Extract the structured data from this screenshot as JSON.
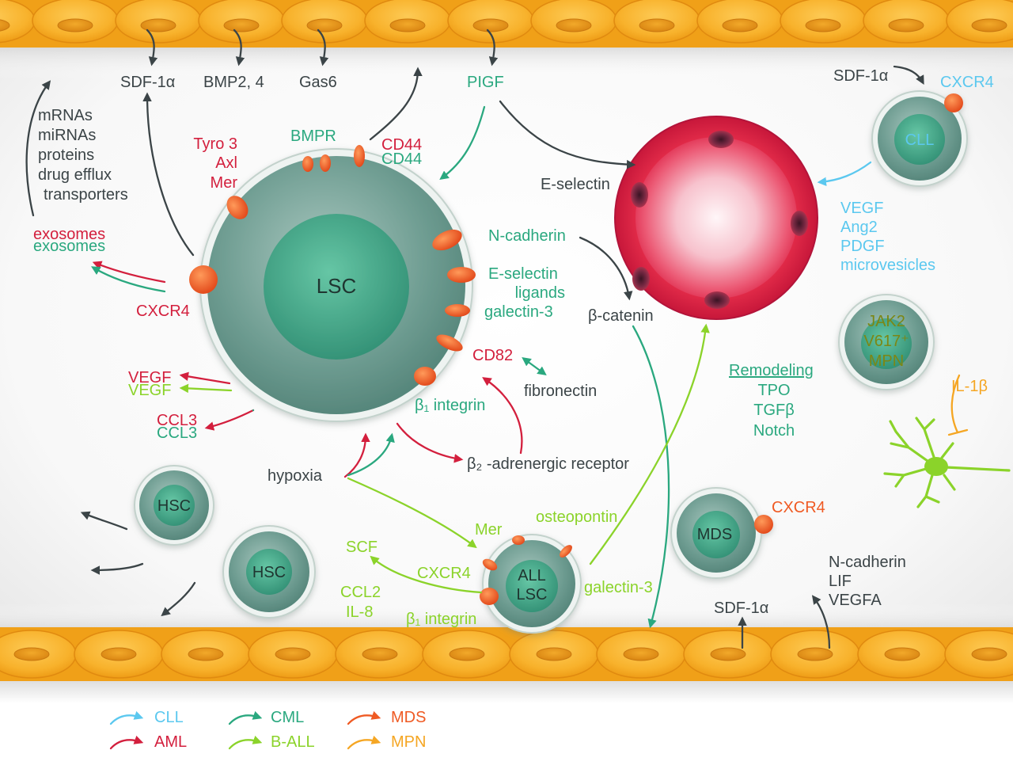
{
  "colors": {
    "CLL": "#5bc8ef",
    "AML": "#d31f3d",
    "CML": "#2aa87f",
    "B-ALL": "#8bd32a",
    "MDS": "#ef5a23",
    "MPN": "#f5a623",
    "neutral": "#3b4447"
  },
  "endothelium_top": {
    "sdf1a": "SDF-1α",
    "bmp": "BMP2, 4",
    "gas6": "Gas6",
    "pigf": "PIGF"
  },
  "exosome_cargo": [
    "mRNAs",
    "miRNAs",
    "proteins",
    "drug efflux",
    "transporters"
  ],
  "lsc": {
    "label": "LSC",
    "tam_receptors": [
      "Tyro 3",
      "Axl",
      "Mer"
    ],
    "bmpr": "BMPR",
    "cd44_aml": "CD44",
    "cd44_cml": "CD44",
    "exosomes_aml": "exosomes",
    "exosomes_cml": "exosomes",
    "cxcr4": "CXCR4",
    "n_cadherin": "N-cadherin",
    "e_selectin_ligands": [
      "E-selectin",
      "ligands"
    ],
    "galectin3": "galectin-3",
    "cd82": "CD82",
    "fibronectin": "fibronectin",
    "beta1_integrin": "β₁ integrin",
    "vegf_aml": "VEGF",
    "vegf_ball": "VEGF",
    "ccl3_aml": "CCL3",
    "ccl3_cml": "CCL3",
    "hypoxia": "hypoxia",
    "beta2_receptor": "β₂ -adrenergic receptor"
  },
  "vessel": {
    "e_selectin": "E-selectin",
    "beta_catenin": "β-catenin"
  },
  "remodeling": {
    "title": "Remodeling",
    "factors": [
      "TPO",
      "TGFβ",
      "Notch"
    ]
  },
  "cll": {
    "sdf1a": "SDF-1α",
    "cxcr4": "CXCR4",
    "label": "CLL",
    "secreted": [
      "VEGF",
      "Ang2",
      "PDGF",
      "microvesicles"
    ]
  },
  "mpn": {
    "label_lines": [
      "JAK2",
      "V617⁺",
      "MPN"
    ],
    "il1b": "IL-1β"
  },
  "hsc": {
    "cell1": "HSC",
    "cell2": "HSC"
  },
  "b_all": {
    "label_lines": [
      "ALL",
      "LSC"
    ],
    "mer": "Mer",
    "osteopontin": "osteopontin",
    "scf": "SCF",
    "cxcr4": "CXCR4",
    "ccl2": "CCL2",
    "il8": "IL-8",
    "beta1_integrin": "β₁ integrin",
    "galectin3": "galectin-3"
  },
  "mds": {
    "label": "MDS",
    "cxcr4": "CXCR4"
  },
  "endothelium_bottom": {
    "sdf1a": "SDF-1α",
    "factors": [
      "N-cadherin",
      "LIF",
      "VEGFA"
    ]
  },
  "legend": [
    {
      "label": "CLL",
      "color": "#5bc8ef"
    },
    {
      "label": "AML",
      "color": "#d31f3d"
    },
    {
      "label": "CML",
      "color": "#2aa87f"
    },
    {
      "label": "B-ALL",
      "color": "#8bd32a"
    },
    {
      "label": "MDS",
      "color": "#ef5a23"
    },
    {
      "label": "MPN",
      "color": "#f5a623"
    }
  ]
}
